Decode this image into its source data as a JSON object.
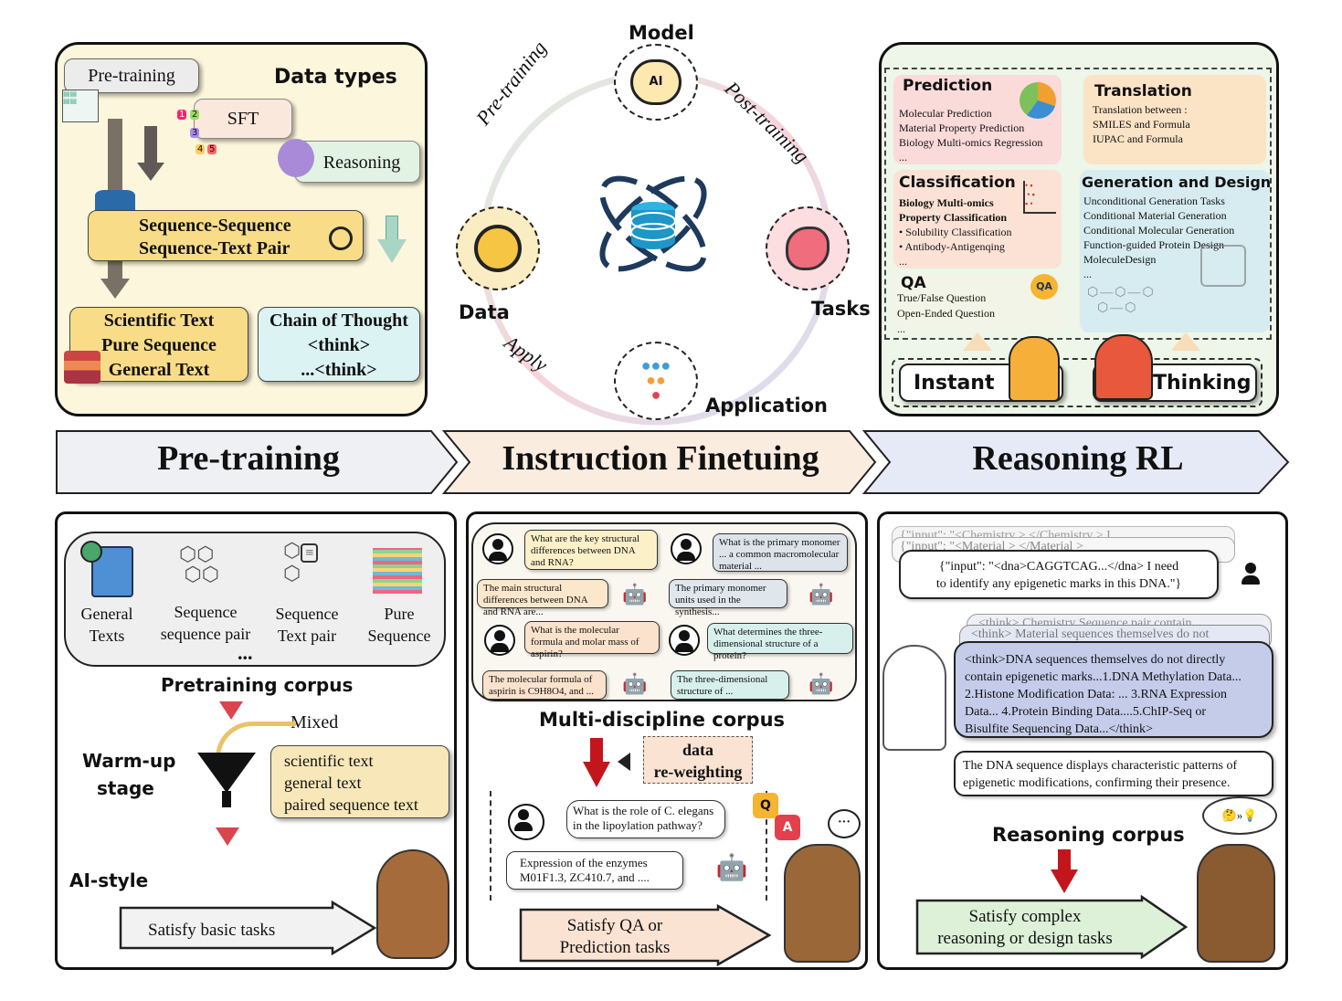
{
  "top_left": {
    "title": "Data types",
    "pretraining": "Pre-training",
    "sft": "SFT",
    "reasoning": "Reasoning",
    "seq_line1": "Sequence-Sequence",
    "seq_line2": "Sequence-Text Pair",
    "sci_line1": "Scientific Text",
    "sci_line2": "Pure Sequence",
    "sci_line3": "General Text",
    "cot_line1": "Chain of Thought",
    "cot_line2": "<think>",
    "cot_line3": "...<think>"
  },
  "center": {
    "model": "Model",
    "data": "Data",
    "tasks": "Tasks",
    "application": "Application",
    "pre_training": "Pre-training",
    "post_training": "Post-training",
    "apply": "Apply"
  },
  "top_right": {
    "prediction": {
      "title": "Prediction",
      "items": [
        "Molecular Prediction",
        "Material Property Prediction",
        "Biology Multi-omics Regression",
        "..."
      ]
    },
    "translation": {
      "title": "Translation",
      "items": [
        "Translation between :",
        "SMILES and Formula",
        "IUPAC and Formula"
      ]
    },
    "classification": {
      "title": "Classification",
      "bold1": "Biology Multi-omics",
      "bold2": "Property Classification",
      "items": [
        "• Solubility Classification",
        "• Antibody-Antigenqing",
        "..."
      ]
    },
    "generation": {
      "title": "Generation and Design",
      "items": [
        "Unconditional Generation Tasks",
        "Conditional Material Generation",
        "Conditional Molecular Generation",
        "Function-guided Protein Design",
        "MoleculeDesign",
        "..."
      ]
    },
    "qa": {
      "title": "QA",
      "items": [
        "True/False Question",
        "Open-Ended Question",
        "..."
      ]
    },
    "instant": "Instant",
    "thinking": "Thinking"
  },
  "stages": [
    "Pre-training",
    "Instruction Finetuing",
    "Reasoning RL"
  ],
  "bottom_left": {
    "icons": [
      {
        "l1": "General",
        "l2": "Texts"
      },
      {
        "l1": "Sequence",
        "l2": "sequence pair"
      },
      {
        "l1": "Sequence",
        "l2": "Text pair"
      },
      {
        "l1": "Pure",
        "l2": "Sequence"
      }
    ],
    "ellipsis": "...",
    "corpus": "Pretraining corpus",
    "mixed": "Mixed",
    "mix_items": [
      "scientific text",
      "general text",
      "paired sequence text"
    ],
    "warmup_l1": "Warm-up",
    "warmup_l2": "stage",
    "style": "AI-style",
    "satisfy": "Satisfy basic tasks"
  },
  "bottom_mid": {
    "q1": "What are the key structural differences between DNA and RNA?",
    "q2": "What is the primary monomer ... a common macromolecular material ...",
    "a1": "The main structural differences between DNA and RNA are...",
    "a2": "The primary monomer units used in the synthesis...",
    "q3": "What is the molecular formula and molar mass of aspirin?",
    "q4": "What determines the three-dimensional structure of a protein?",
    "a3": "The molecular formula of aspirin is C9H8O4, and ...",
    "a4": "The three-dimensional structure of ...",
    "corpus": "Multi-discipline corpus",
    "reweight_l1": "data",
    "reweight_l2": "re-weighting",
    "q5": "What is the role of C. elegans in the lipoylation pathway?",
    "a5": "Expression of the enzymes M01F1.3, ZC410.7, and ....",
    "satisfy_l1": "Satisfy QA or",
    "satisfy_l2": "Prediction  tasks"
  },
  "bottom_right": {
    "stack1": "{\"input\": \"<Chemistry > </Chemistry > I",
    "stack2": "{\"input\": \"<Material > </Material >",
    "input_l1": "{\"input\": \"<dna>CAGGTCAG...</dna> I need",
    "input_l2": "to identify any epigenetic marks in this DNA.\"}",
    "think_s1": "<think> Chemistry Sequence pair contain",
    "think_s2": "<think> Material sequences themselves do not",
    "think_lines": [
      "<think>DNA sequences themselves do not directly",
      "contain epigenetic marks...1.DNA Methylation Data...",
      "2.Histone Modification Data: ... 3.RNA Expression",
      "Data... 4.Protein Binding Data....5.ChIP-Seq or",
      "Bisulfite Sequencing Data...</think>"
    ],
    "answer_l1": "The DNA sequence displays characteristic patterns of",
    "answer_l2": "epigenetic modifications, confirming their presence.",
    "corpus": "Reasoning corpus",
    "satisfy_l1": "Satisfy complex",
    "satisfy_l2": "reasoning or design tasks"
  }
}
